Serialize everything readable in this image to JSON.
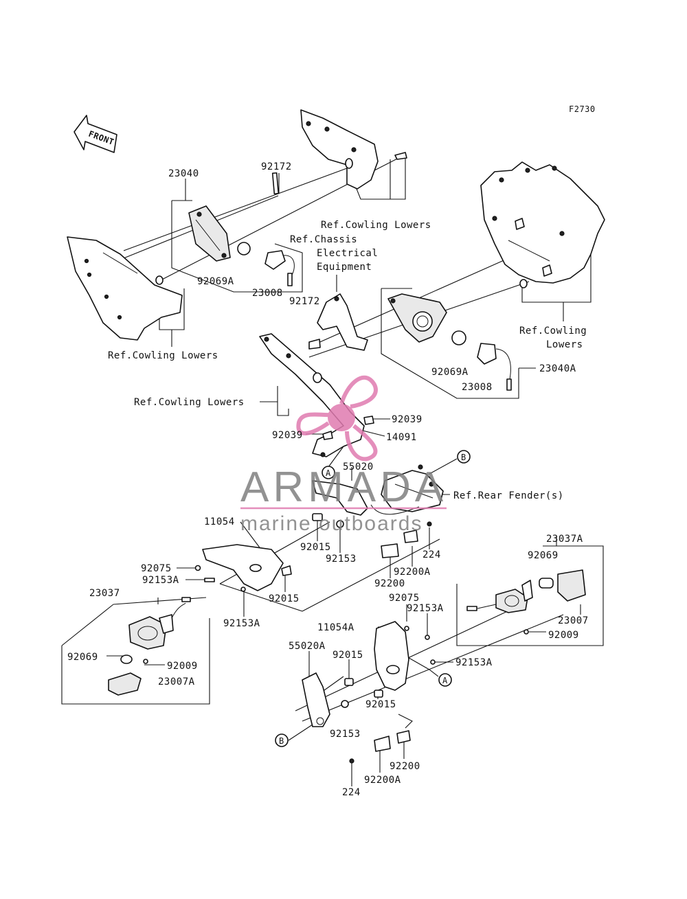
{
  "figure_code": "F2730",
  "front_arrow_label": "FRONT",
  "watermark": {
    "brand": "ARMADA",
    "tagline": "marine outboards",
    "propeller_color": "#e07bb0",
    "text_color": "#7f7f7f"
  },
  "labels": {
    "l23040": "23040",
    "l92172_top": "92172",
    "ref_cowling_lowers_top": "Ref.Cowling Lowers",
    "ref_chassis_1": "Ref.Chassis",
    "ref_chassis_2": "Electrical",
    "ref_chassis_3": "Equipment",
    "l92069A_left": "92069A",
    "l23008_left": "23008",
    "ref_cowling_lowers_left": "Ref.Cowling Lowers",
    "l92172_mid": "92172",
    "ref_cowling_lowers_right_1": "Ref.Cowling",
    "ref_cowling_lowers_right_2": "Lowers",
    "l92069A_right": "92069A",
    "l23040A": "23040A",
    "l23008_right": "23008",
    "ref_cowling_lowers_mid": "Ref.Cowling Lowers",
    "l92039_right": "92039",
    "l92039_left": "92039",
    "l14091": "14091",
    "l55020": "55020",
    "circle_A_top": "A",
    "circle_B_top": "B",
    "ref_rear_fender": "Ref.Rear Fender(s)",
    "l11054": "11054",
    "l23037A": "23037A",
    "l92015_a": "92015",
    "l92153_a": "92153",
    "l224_a": "224",
    "l92200A_a": "92200A",
    "l92200_a": "92200",
    "l92075_left": "92075",
    "l92153A_left": "92153A",
    "l92015_b": "92015",
    "l92153A_lower": "92153A",
    "l23037": "23037",
    "l92069_right": "92069",
    "l23007": "23007",
    "l92009_right": "92009",
    "l92075_mid": "92075",
    "l92153A_mid": "92153A",
    "l11054A": "11054A",
    "l55020A": "55020A",
    "l92015_c": "92015",
    "l92153A_right": "92153A",
    "l92069_left": "92069",
    "l92009_left": "92009",
    "l23007A": "23007A",
    "circle_A_bottom": "A",
    "l92015_d": "92015",
    "l92153_b": "92153",
    "circle_B_bottom": "B",
    "l92200_b": "92200",
    "l92200A_b": "92200A",
    "l224_b": "224"
  }
}
